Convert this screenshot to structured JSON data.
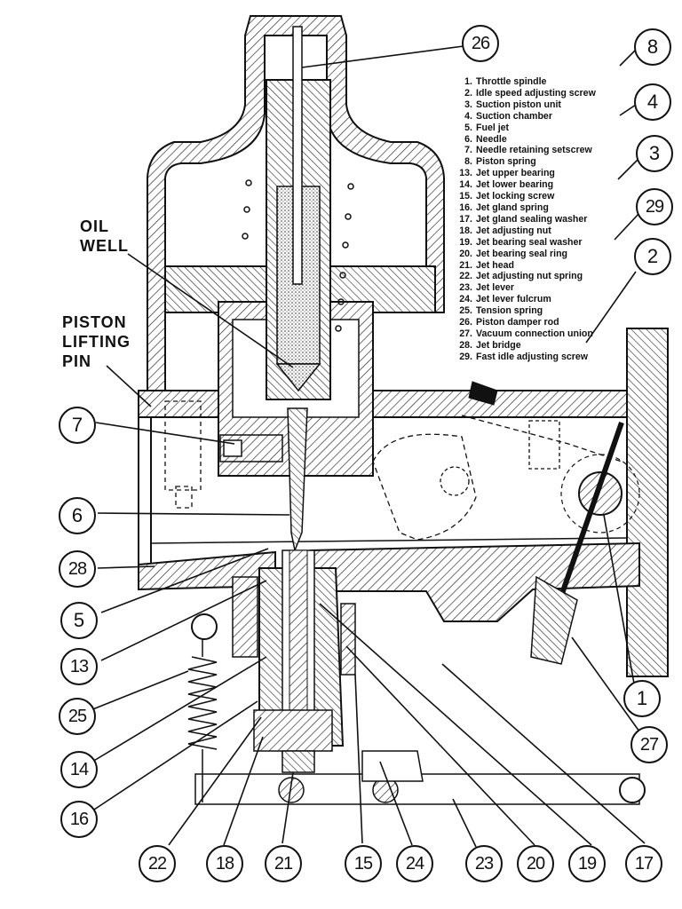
{
  "legend": [
    {
      "num": "1.",
      "text": "Throttle spindle"
    },
    {
      "num": "2.",
      "text": "Idle speed adjusting screw"
    },
    {
      "num": "3.",
      "text": "Suction piston unit"
    },
    {
      "num": "4.",
      "text": "Suction chamber"
    },
    {
      "num": "5.",
      "text": "Fuel jet"
    },
    {
      "num": "6.",
      "text": "Needle"
    },
    {
      "num": "7.",
      "text": "Needle retaining setscrew"
    },
    {
      "num": "8.",
      "text": "Piston spring"
    },
    {
      "num": "13.",
      "text": "Jet upper bearing"
    },
    {
      "num": "14.",
      "text": "Jet lower bearing"
    },
    {
      "num": "15.",
      "text": "Jet locking screw"
    },
    {
      "num": "16.",
      "text": "Jet gland spring"
    },
    {
      "num": "17.",
      "text": "Jet gland sealing washer"
    },
    {
      "num": "18.",
      "text": "Jet adjusting nut"
    },
    {
      "num": "19.",
      "text": "Jet bearing seal washer"
    },
    {
      "num": "20.",
      "text": "Jet bearing seal ring"
    },
    {
      "num": "21.",
      "text": "Jet head"
    },
    {
      "num": "22.",
      "text": "Jet adjusting nut spring"
    },
    {
      "num": "23.",
      "text": "Jet lever"
    },
    {
      "num": "24.",
      "text": "Jet lever fulcrum"
    },
    {
      "num": "25.",
      "text": "Tension spring"
    },
    {
      "num": "26.",
      "text": "Piston damper rod"
    },
    {
      "num": "27.",
      "text": "Vacuum connection union"
    },
    {
      "num": "28.",
      "text": "Jet bridge"
    },
    {
      "num": "29.",
      "text": "Fast idle adjusting screw"
    }
  ],
  "labels": {
    "oil_well_1": "OIL",
    "oil_well_2": "WELL",
    "piston_pin_1": "PISTON",
    "piston_pin_2": "LIFTING",
    "piston_pin_3": "PIN"
  },
  "callouts": {
    "c26": "26",
    "c8": "8",
    "c4": "4",
    "c3": "3",
    "c29": "29",
    "c2": "2",
    "c7": "7",
    "c6": "6",
    "c28": "28",
    "c5": "5",
    "c13": "13",
    "c25": "25",
    "c14": "14",
    "c16": "16",
    "c1": "1",
    "c27": "27",
    "c22": "22",
    "c18": "18",
    "c21": "21",
    "c15": "15",
    "c24": "24",
    "c23": "23",
    "c20": "20",
    "c19": "19",
    "c17": "17"
  }
}
